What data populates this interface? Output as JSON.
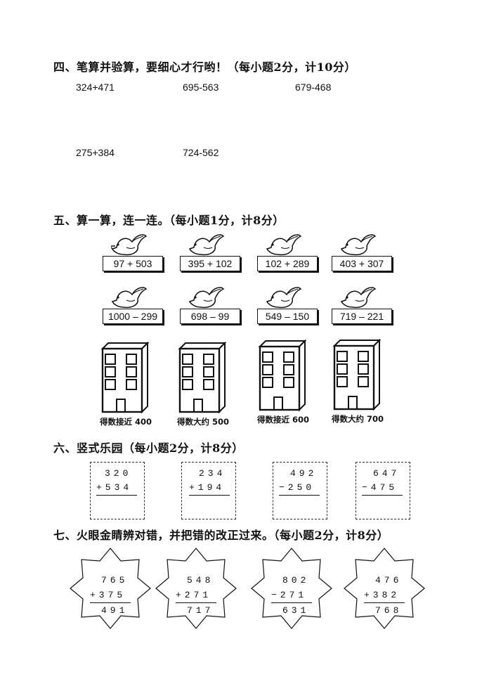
{
  "sections": {
    "s4": {
      "heading": "四、笔算并验算，要细心才行哟！（每小题2分，计10分）",
      "problems": [
        "324+471",
        "695-563",
        "679-468",
        "275+384",
        "724-562"
      ]
    },
    "s5": {
      "heading": "五、算一算，连一连。（每小题1分，计8分）",
      "birds_row1": [
        "97 + 503",
        "395 + 102",
        "102 + 289",
        "403 + 307"
      ],
      "birds_row2": [
        "1000 – 299",
        "698 – 99",
        "549 – 150",
        "719 – 221"
      ],
      "buildings": [
        "得数接近 400",
        "得数大约 500",
        "得数接近 600",
        "得数大约 700"
      ]
    },
    "s6": {
      "heading": "六、竖式乐园（每小题2分，计8分）",
      "boxes": [
        {
          "top": "320",
          "bottom": "+534"
        },
        {
          "top": "234",
          "bottom": "+194"
        },
        {
          "top": "492",
          "bottom": "−250"
        },
        {
          "top": "647",
          "bottom": "−475"
        }
      ]
    },
    "s7": {
      "heading": "七、火眼金睛辨对错，并把错的改正过来。（每小题2分，计8分）",
      "stars": [
        {
          "top": "765",
          "mid": "+375",
          "result": "491"
        },
        {
          "top": "548",
          "mid": "+271",
          "result": "717"
        },
        {
          "top": "802",
          "mid": "−271",
          "result": "631"
        },
        {
          "top": "476",
          "mid": "+382",
          "result": "768"
        }
      ]
    }
  }
}
